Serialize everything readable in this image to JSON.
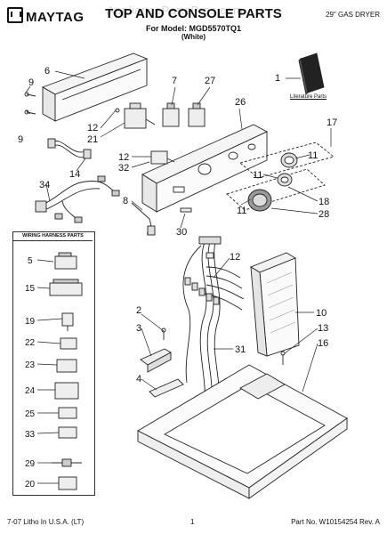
{
  "header": {
    "brand": "MAYTAG",
    "watermark": "AppliancePartsPros.com",
    "title": "TOP AND CONSOLE PARTS",
    "model": "For Model: MGD5570TQ1",
    "color": "(White)",
    "product": "29\" GAS DRYER"
  },
  "footer": {
    "left": "7-07 Litho In U.S.A. (LT)",
    "center": "1",
    "right": "Part No. W10154254 Rev. A"
  },
  "literature": {
    "label": "Literature Parts"
  },
  "wiring_harness": {
    "title": "WIRING HARNESS PARTS",
    "items": [
      "5",
      "15",
      "19",
      "22",
      "23",
      "24",
      "25",
      "33",
      "29",
      "20"
    ]
  },
  "callouts": {
    "c6": "6",
    "c9a": "9",
    "c9b": "9",
    "c12a": "12",
    "c21": "21",
    "c7": "7",
    "c27": "27",
    "c26": "26",
    "c1": "1",
    "c17": "17",
    "c11a": "11",
    "c11b": "11",
    "c11c": "11",
    "c14": "14",
    "c34": "34",
    "c12b": "12",
    "c32": "32",
    "c8": "8",
    "c30": "30",
    "c18": "18",
    "c28": "28",
    "c12c": "12",
    "c10": "10",
    "c2": "2",
    "c3": "3",
    "c13": "13",
    "c16": "16",
    "c31": "31",
    "c4": "4"
  }
}
